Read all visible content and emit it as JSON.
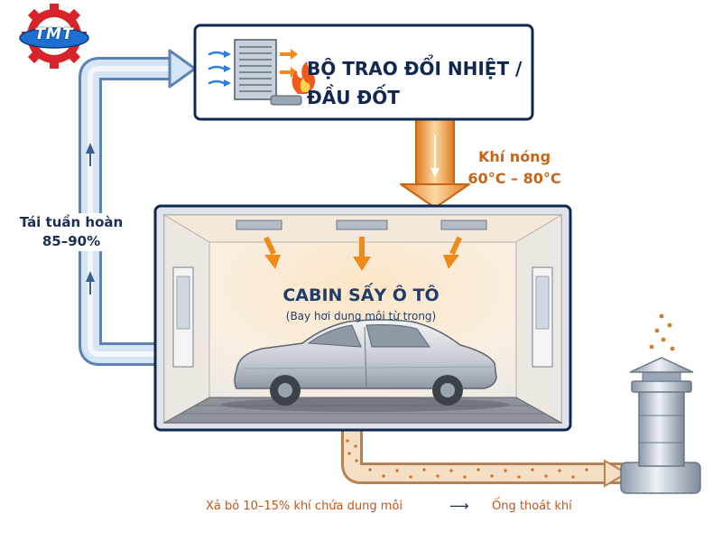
{
  "logo": {
    "text": "TMT"
  },
  "heat_exchanger": {
    "title_line1": "BỘ TRAO ĐỔI NHIỆT /",
    "title_line2": "ĐẦU ĐỐT"
  },
  "hot_air": {
    "line1": "Khí nóng",
    "line2": "60°C – 80°C"
  },
  "recirculation": {
    "line1": "Tái tuần hoàn",
    "line2": "85–90%"
  },
  "cabin": {
    "title": "CABIN SẤY Ô TÔ",
    "subtitle": "(Bay hơi dung môi từ trong)"
  },
  "exhaust": {
    "label": "Xả bỏ 10–15% khí chứa dung môi",
    "arrow": "⟶",
    "stack_label": "Ống thoát khí"
  },
  "icons": [
    "gear-logo-icon",
    "heat-exchanger-icon",
    "flame-icon",
    "car-icon",
    "chimney-icon",
    "air-flow-arrow-icon"
  ],
  "colors": {
    "hot": "#f0a040",
    "recirc": "#8db3e0",
    "exhaust": "#c0561a",
    "text_dark": "#10284f"
  }
}
